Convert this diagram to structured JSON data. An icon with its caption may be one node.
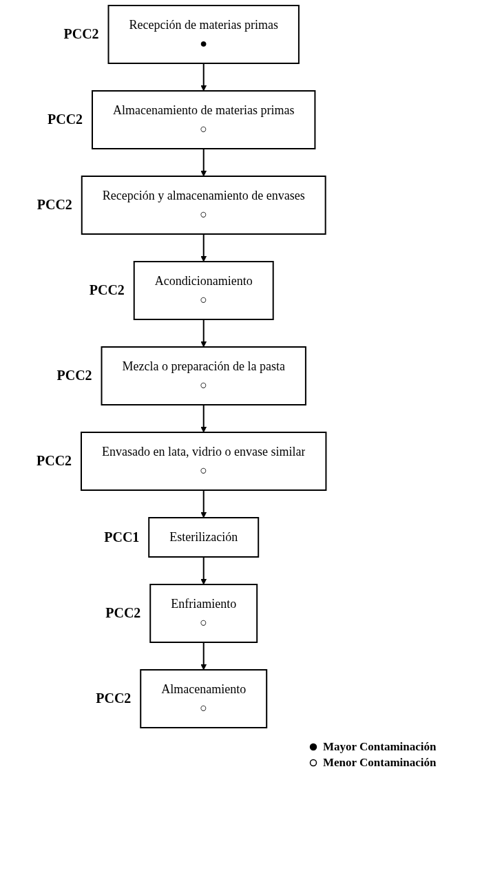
{
  "diagram": {
    "nodes": [
      {
        "text": [
          "Recepción de materias primas",
          "●"
        ],
        "beside": [
          "PCC2"
        ]
      },
      {
        "text": [
          "Almacenamiento de materias primas",
          "○"
        ],
        "beside": [
          "PCC2"
        ]
      },
      {
        "text": [
          "Recepción y almacenamiento de envases",
          "○"
        ],
        "beside": [
          "PCC2"
        ]
      },
      {
        "text": [
          "Acondicionamiento",
          "○"
        ],
        "beside": [
          "PCC2"
        ]
      },
      {
        "text": [
          "Mezcla o preparación de la pasta",
          "○"
        ],
        "beside": [
          "PCC2"
        ]
      },
      {
        "text": [
          "Envasado en lata, vidrio o envase similar",
          "○"
        ],
        "beside": [
          "PCC2"
        ]
      },
      {
        "text": [
          "Esterilización"
        ],
        "beside": [
          "PCC1"
        ]
      },
      {
        "text": [
          "Enfriamiento",
          "○"
        ],
        "beside": [
          "PCC2"
        ]
      },
      {
        "text": [
          "Almacenamiento",
          "○"
        ],
        "beside": [
          "PCC2"
        ]
      }
    ],
    "edges": [
      {
        "from": 0,
        "to": 1,
        "arrow": "to"
      },
      {
        "from": 1,
        "to": 2,
        "arrow": "to"
      },
      {
        "from": 2,
        "to": 3,
        "arrow": "to"
      },
      {
        "from": 3,
        "to": 4,
        "arrow": "to"
      },
      {
        "from": 4,
        "to": 5,
        "arrow": "to"
      },
      {
        "from": 5,
        "to": 6,
        "arrow": "to"
      },
      {
        "from": 6,
        "to": 7,
        "arrow": "to"
      },
      {
        "from": 7,
        "to": 8,
        "arrow": "to"
      }
    ],
    "legend": [
      {
        "text": "Mayor Contaminación"
      },
      {
        "text": "Menor Contaminación"
      }
    ]
  }
}
